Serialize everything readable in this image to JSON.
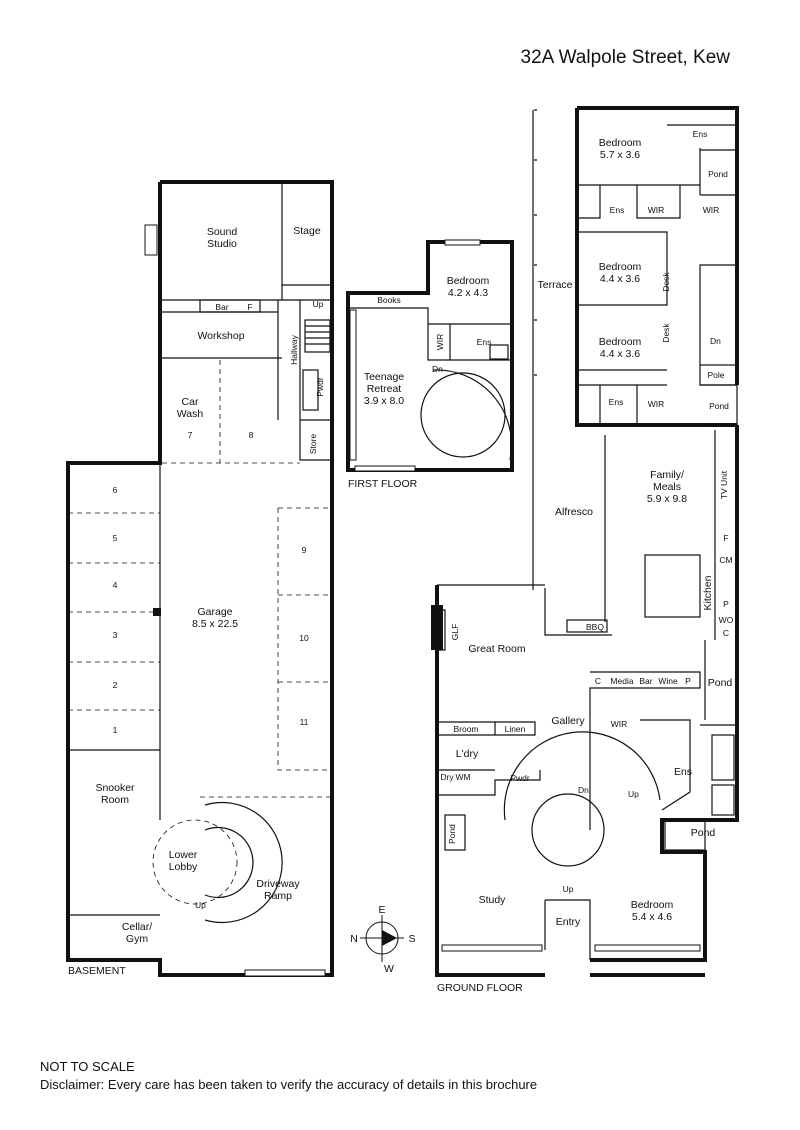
{
  "header": {
    "address": "32A Walpole Street, Kew"
  },
  "floors": {
    "basement": "BASEMENT",
    "first": "FIRST FLOOR",
    "ground": "GROUND FLOOR"
  },
  "basement": {
    "sound_studio": "Sound\nStudio",
    "stage": "Stage",
    "bar": "Bar",
    "f": "F",
    "up": "Up",
    "workshop": "Workshop",
    "hallway": "Hallway",
    "pwdr": "Pwdr",
    "car_wash": "Car\nWash",
    "store": "Store",
    "bays": [
      "1",
      "2",
      "3",
      "4",
      "5",
      "6",
      "7",
      "8",
      "9",
      "10",
      "11"
    ],
    "garage": "Garage",
    "garage_size": "8.5 x 22.5",
    "snooker": "Snooker\nRoom",
    "lower_lobby": "Lower\nLobby",
    "driveway": "Driveway\nRamp",
    "cellar": "Cellar/\nGym",
    "up_small": "Up"
  },
  "first_floor": {
    "books": "Books",
    "bedroom": "Bedroom",
    "bedroom_size": "4.2 x 4.3",
    "wir": "WIR",
    "ens": "Ens",
    "retreat": "Teenage\nRetreat",
    "retreat_size": "3.9 x 8.0",
    "dn": "Dn"
  },
  "ground_floor": {
    "bed1": "Bedroom",
    "bed1_size": "5.7 x 3.6",
    "ens1": "Ens",
    "pond1": "Pond",
    "ens2": "Ens",
    "wir2": "WIR",
    "wir3": "WIR",
    "bed2": "Bedroom",
    "bed2_size": "4.4 x 3.6",
    "desk1": "Desk",
    "terrace": "Terrace",
    "bed3": "Bedroom",
    "bed3_size": "4.4 x 3.6",
    "desk2": "Desk",
    "dn": "Dn",
    "pole": "Pole",
    "ens3": "Ens",
    "wir4": "WIR",
    "pond2": "Pond",
    "family": "Family/\nMeals",
    "family_size": "5.9 x 9.8",
    "tv": "TV Unit",
    "alfresco": "Alfresco",
    "f": "F",
    "cm": "CM",
    "kitchen": "Kitchen",
    "p1": "P",
    "wo": "WO",
    "c1": "C",
    "bbq": "BBQ",
    "glf": "GLF",
    "great_room": "Great Room",
    "c2": "C",
    "media": "Media",
    "bar": "Bar",
    "wine": "Wine",
    "p2": "P",
    "pond3": "Pond",
    "gallery": "Gallery",
    "wir5": "WIR",
    "broom": "Broom",
    "linen": "Linen",
    "ldry": "L'dry",
    "dry": "Dry",
    "wm": "WM",
    "pwdr": "Pwdr",
    "dn2": "Dn",
    "up1": "Up",
    "ens4": "Ens",
    "pond4": "Pond",
    "pond5": "Pond",
    "study": "Study",
    "up2": "Up",
    "entry": "Entry",
    "bed4": "Bedroom",
    "bed4_size": "5.4 x 4.6"
  },
  "compass": {
    "e": "E",
    "n": "N",
    "s": "S",
    "w": "W"
  },
  "footer": {
    "scale": "NOT TO SCALE",
    "disclaimer": "Disclaimer: Every care has been taken to verify the accuracy of details in this brochure"
  }
}
